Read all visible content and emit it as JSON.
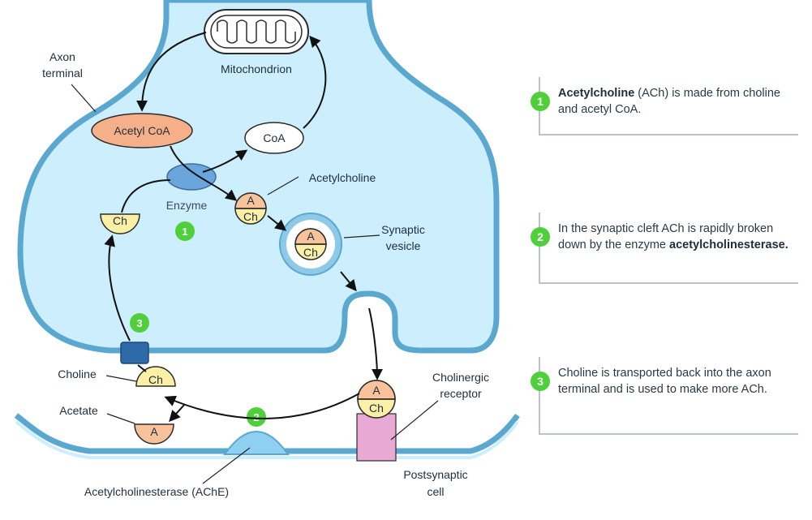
{
  "labels": {
    "axon_terminal_line1": "Axon",
    "axon_terminal_line2": "terminal",
    "mitochondrion": "Mitochondrion",
    "acetyl_coa": "Acetyl CoA",
    "coa": "CoA",
    "enzyme": "Enzyme",
    "acetylcholine": "Acetylcholine",
    "synaptic_vesicle_line1": "Synaptic",
    "synaptic_vesicle_line2": "vesicle",
    "choline": "Choline",
    "acetate": "Acetate",
    "cholinergic_receptor_line1": "Cholinergic",
    "cholinergic_receptor_line2": "receptor",
    "ache": "Acetylcholinesterase (AChE)",
    "postsynaptic_line1": "Postsynaptic",
    "postsynaptic_line2": "cell"
  },
  "molecules": {
    "a": "A",
    "ch": "Ch"
  },
  "step_markers": [
    "1",
    "2",
    "3"
  ],
  "notes": [
    {
      "num": "1",
      "bold": "Acetylcholine",
      "text": " (ACh) is made from choline and acetyl CoA."
    },
    {
      "num": "2",
      "text": "In the synaptic cleft ACh is rapidly broken down by the enzyme ",
      "bold": "acetylcholinesterase."
    },
    {
      "num": "3",
      "text": "Choline is transported back into the axon terminal and is used to make more ACh."
    }
  ],
  "colors": {
    "membrane": "#5aa8cf",
    "cytoplasm": "#cdeefc",
    "acetyl_coa": "#f5b08a",
    "acetate_a": "#f8c39a",
    "choline_ch": "#fbf0a6",
    "enzyme": "#6aa6dc",
    "transporter": "#2f6aa8",
    "receptor": "#e8a9d4",
    "ache": "#8fd0f0",
    "step_badge": "#4fcf3a"
  }
}
